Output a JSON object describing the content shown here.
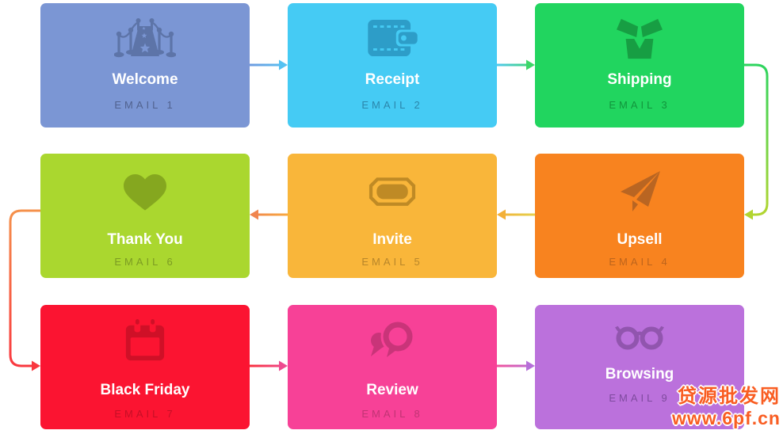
{
  "cards": [
    {
      "id": "welcome",
      "title": "Welcome",
      "subtitle": "EMAIL 1",
      "icon": "red-carpet-icon",
      "bg": "#7b96d4",
      "icon_color": "#5d74a8",
      "subtitle_color": "#51628f"
    },
    {
      "id": "receipt",
      "title": "Receipt",
      "subtitle": "EMAIL 2",
      "icon": "wallet-icon",
      "bg": "#45cbf4",
      "icon_color": "#2d9dc8",
      "subtitle_color": "#2b86ab"
    },
    {
      "id": "shipping",
      "title": "Shipping",
      "subtitle": "EMAIL 3",
      "icon": "open-box-icon",
      "bg": "#21d55f",
      "icon_color": "#179e43",
      "subtitle_color": "#12953c"
    },
    {
      "id": "thank-you",
      "title": "Thank You",
      "subtitle": "EMAIL 6",
      "icon": "heart-icon",
      "bg": "#aad72f",
      "icon_color": "#85a71f",
      "subtitle_color": "#7c9c22"
    },
    {
      "id": "invite",
      "title": "Invite",
      "subtitle": "EMAIL 5",
      "icon": "ticket-icon",
      "bg": "#f9b63a",
      "icon_color": "#bf8a25",
      "subtitle_color": "#b8862a"
    },
    {
      "id": "upsell",
      "title": "Upsell",
      "subtitle": "EMAIL 4",
      "icon": "paper-plane-icon",
      "bg": "#f8831f",
      "icon_color": "#b96522",
      "subtitle_color": "#bd641c"
    },
    {
      "id": "black-friday",
      "title": "Black Friday",
      "subtitle": "EMAIL 7",
      "icon": "calendar-icon",
      "bg": "#fb1431",
      "icon_color": "#cf1027",
      "subtitle_color": "#c60f26"
    },
    {
      "id": "review",
      "title": "Review",
      "subtitle": "EMAIL 8",
      "icon": "comments-icon",
      "bg": "#f74197",
      "icon_color": "#c93479",
      "subtitle_color": "#c13474"
    },
    {
      "id": "browsing",
      "title": "Browsing",
      "subtitle": "EMAIL 9",
      "icon": "glasses-icon",
      "bg": "#bb71dc",
      "icon_color": "#9155ae",
      "subtitle_color": "#7e4a9e"
    }
  ],
  "connectors": [
    {
      "name": "welcome-to-receipt",
      "from": "Welcome",
      "to": "Receipt",
      "color_start": "#6f9be0",
      "color_end": "#55c2f2"
    },
    {
      "name": "receipt-to-shipping",
      "from": "Receipt",
      "to": "Shipping",
      "color_start": "#52c9ef",
      "color_end": "#3ed668"
    },
    {
      "name": "shipping-to-upsell",
      "from": "Shipping",
      "to": "Upsell",
      "color_start": "#2ed45e",
      "color_end": "#b2d530"
    },
    {
      "name": "upsell-to-invite",
      "from": "Upsell",
      "to": "Invite",
      "color_start": "#e5d14d",
      "color_end": "#f3b038"
    },
    {
      "name": "invite-to-thank-you",
      "from": "Invite",
      "to": "Thank You",
      "color_start": "#f8a940",
      "color_end": "#f0854f"
    },
    {
      "name": "thank-you-to-black-friday",
      "from": "Thank You",
      "to": "Black Friday",
      "color_start": "#f5914b",
      "color_end": "#f9383f"
    },
    {
      "name": "black-friday-to-review",
      "from": "Black Friday",
      "to": "Review",
      "color_start": "#f9303d",
      "color_end": "#ee4b90"
    },
    {
      "name": "review-to-browsing",
      "from": "Review",
      "to": "Browsing",
      "color_start": "#f2539c",
      "color_end": "#b66fd9"
    }
  ],
  "watermark": {
    "line1": "贷源批发网",
    "line2": "www.6pf.cn",
    "color": "#f95d22"
  }
}
